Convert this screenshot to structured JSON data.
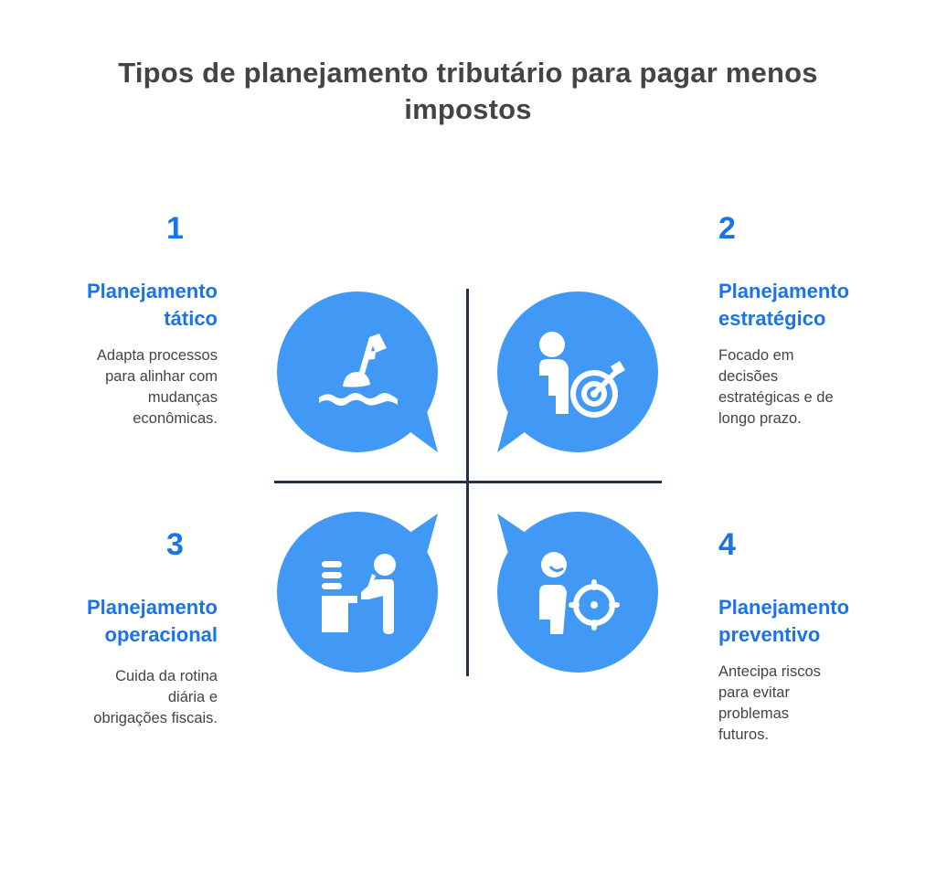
{
  "title": "Tipos de planejamento tributário para pagar menos impostos",
  "colors": {
    "accent": "#1a73e8",
    "bubble": "#4199f5",
    "divider": "#22324a",
    "text": "#444444"
  },
  "items": [
    {
      "number": "1",
      "heading_line1": "Planejamento",
      "heading_line2": "tático",
      "desc_lines": [
        "Adapta processos",
        "para alinhar com",
        "mudanças",
        "econômicas."
      ],
      "icon": "buoy-flag-icon"
    },
    {
      "number": "2",
      "heading_line1": "Planejamento",
      "heading_line2": "estratégico",
      "desc_lines": [
        "Focado em",
        "decisões",
        "estratégicas e de",
        "longo prazo."
      ],
      "icon": "person-target-arrow-icon"
    },
    {
      "number": "3",
      "heading_line1": "Planejamento",
      "heading_line2": "operacional",
      "desc_lines": [
        "Cuida da rotina",
        "diária e",
        "obrigações fiscais."
      ],
      "icon": "person-desk-writing-icon"
    },
    {
      "number": "4",
      "heading_line1": "Planejamento",
      "heading_line2": "preventivo",
      "desc_lines": [
        "Antecipa riscos",
        "para evitar",
        "problemas",
        "futuros."
      ],
      "icon": "person-crosshair-icon"
    }
  ]
}
